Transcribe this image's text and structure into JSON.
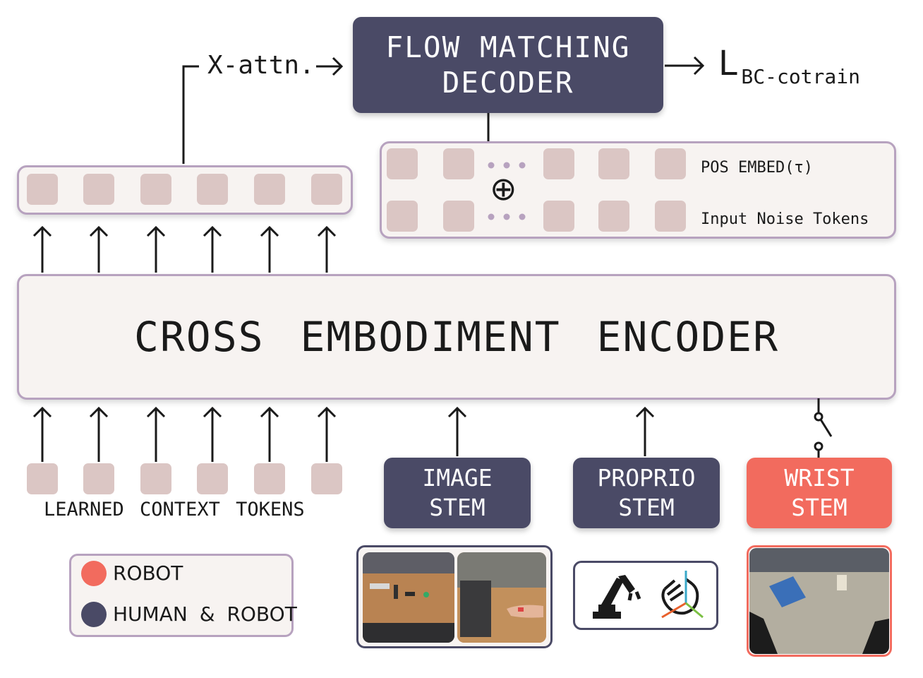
{
  "decoder": {
    "line1": "FLOW MATCHING",
    "line2": "DECODER"
  },
  "xattn_label": "X-attn.",
  "loss": {
    "symbol": "L",
    "subscript": "BC-cotrain"
  },
  "noise_panel": {
    "oplus": "⊕",
    "pos_embed_label": "POS EMBED(τ)",
    "noise_label": "Input Noise Tokens"
  },
  "encoder": {
    "label": "CROSS EMBODIMENT ENCODER"
  },
  "context_tokens_label": "LEARNED CONTEXT TOKENS",
  "stems": {
    "image": {
      "line1": "IMAGE",
      "line2": "STEM"
    },
    "proprio": {
      "line1": "PROPRIO",
      "line2": "STEM"
    },
    "wrist": {
      "line1": "WRIST",
      "line2": "STEM"
    }
  },
  "legend": {
    "robot": {
      "label": "ROBOT",
      "color": "#f26b5e"
    },
    "human_robot": {
      "label": "HUMAN & ROBOT",
      "color": "#4a4a66"
    }
  },
  "colors": {
    "dark": "#4a4a66",
    "coral": "#f26b5e",
    "panel_border": "#b7a2bf",
    "panel_fill": "#f7f3f1",
    "token": "#dbc6c4"
  },
  "icons": [
    "robot-arm-icon",
    "hand-keypoint-icon"
  ]
}
